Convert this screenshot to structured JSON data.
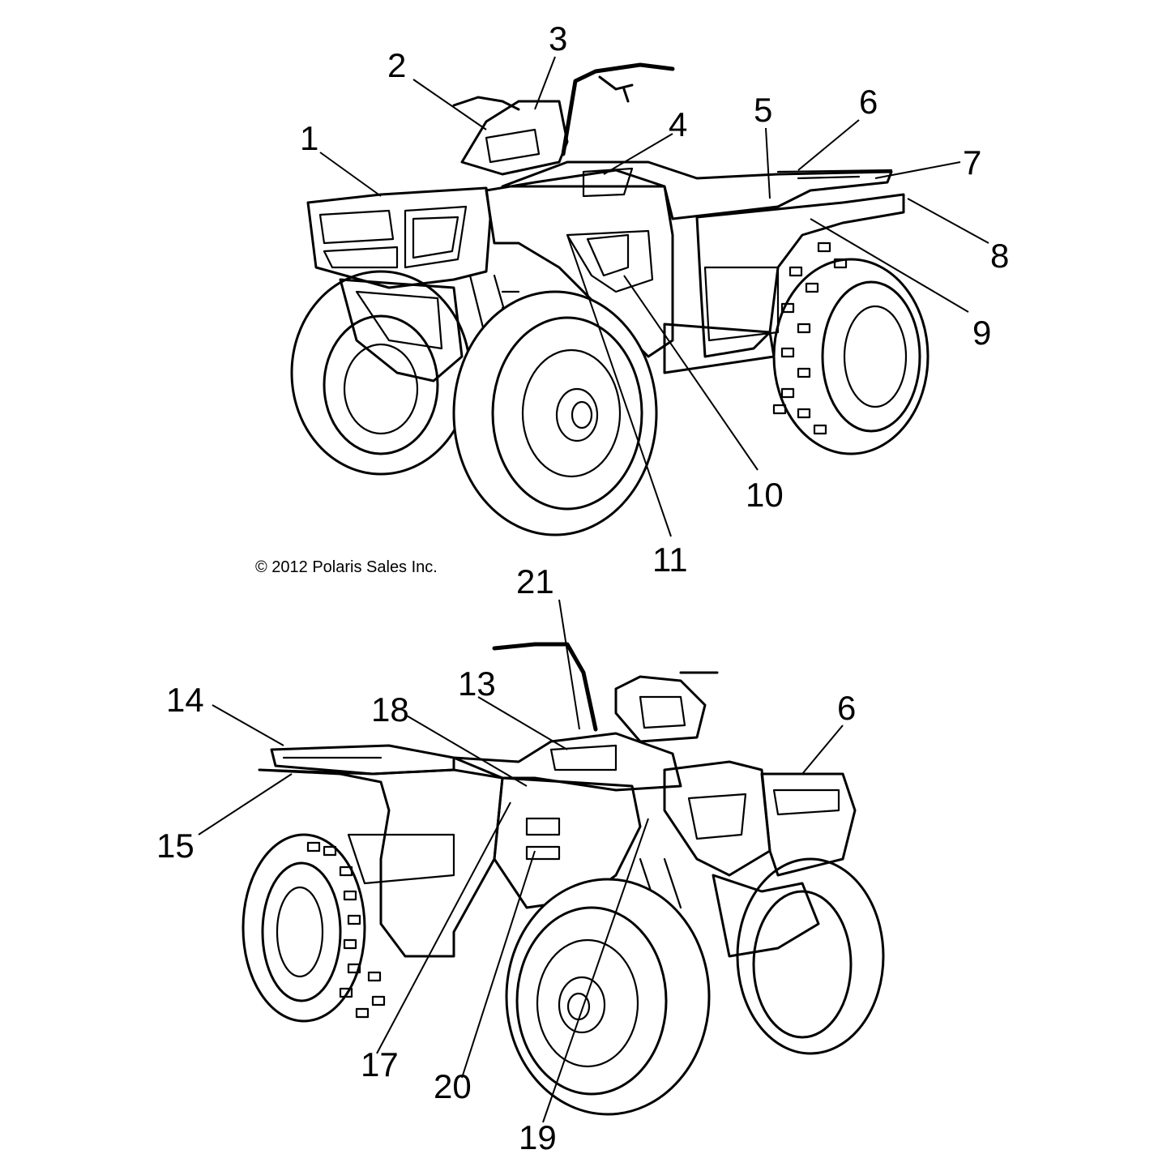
{
  "copyright": "© 2012 Polaris Sales Inc.",
  "top_view": {
    "callouts": [
      "1",
      "2",
      "3",
      "4",
      "5",
      "6",
      "7",
      "8",
      "9",
      "10",
      "11"
    ]
  },
  "bottom_view": {
    "callouts": [
      "21",
      "13",
      "18",
      "14",
      "6",
      "15",
      "17",
      "20",
      "19"
    ]
  },
  "colors": {
    "ink": "#000000",
    "paper": "#ffffff"
  }
}
